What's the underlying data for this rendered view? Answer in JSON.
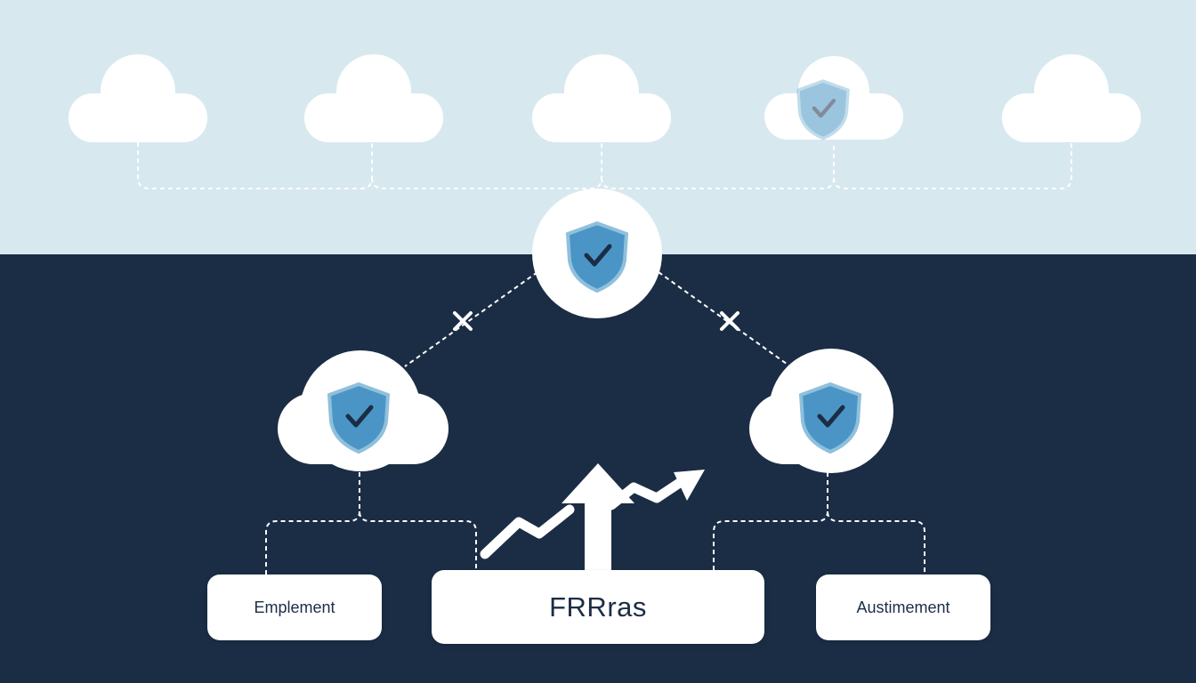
{
  "colors": {
    "top_band": "#d7e9ef",
    "bottom_band": "#1b2d45",
    "node_fill": "#ffffff",
    "shield": "#4b95c6",
    "shield_light": "#8fc0dc",
    "connector": "#ffffff"
  },
  "icons": {
    "cloud": "cloud-icon",
    "shield": "shield-check-icon",
    "growth": "trend-arrow-icon",
    "junction": "cross-marker-icon"
  },
  "labels": {
    "left": "Emplement",
    "center": "FRRras",
    "right": "Austimement"
  }
}
